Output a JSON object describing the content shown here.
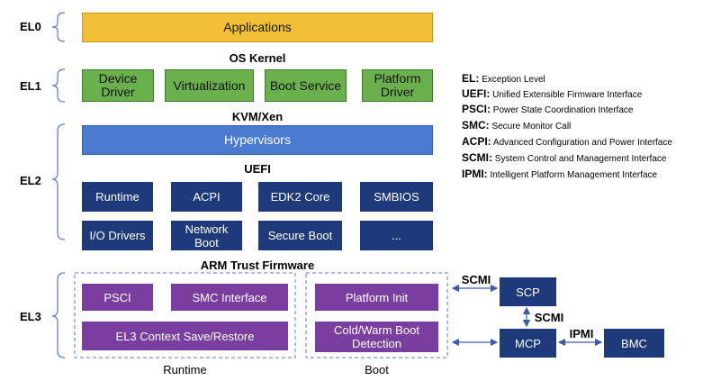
{
  "levels": {
    "el0": "EL0",
    "el1": "EL1",
    "el2": "EL2",
    "el3": "EL3"
  },
  "el0": {
    "applications": "Applications"
  },
  "el1": {
    "title": "OS Kernel",
    "boxes": [
      "Device\nDriver",
      "Virtualization",
      "Boot Service",
      "Platform\nDriver"
    ]
  },
  "el2": {
    "title": "KVM/Xen",
    "hypervisors": "Hypervisors",
    "uefi_title": "UEFI",
    "row1": [
      "Runtime",
      "ACPI",
      "EDK2 Core",
      "SMBIOS"
    ],
    "row2": [
      "I/O Drivers",
      "Network\nBoot",
      "Secure Boot",
      "..."
    ]
  },
  "el3": {
    "title": "ARM Trust Firmware",
    "runtime_boxes": [
      "PSCI",
      "SMC Interface",
      "EL3 Context Save/Restore"
    ],
    "boot_boxes": [
      "Platform Init",
      "Cold/Warm Boot\nDetection"
    ],
    "runtime_label": "Runtime",
    "boot_label": "Boot"
  },
  "components": {
    "scp": "SCP",
    "mcp": "MCP",
    "bmc": "BMC",
    "scmi_top": "SCMI",
    "scmi_mid": "SCMI",
    "ipmi": "IPMI"
  },
  "legend": [
    {
      "abbr": "EL:",
      "text": "Exception Level"
    },
    {
      "abbr": "UEFI:",
      "text": "Unified Extensible Firmware Interface"
    },
    {
      "abbr": "PSCI:",
      "text": "Power State Coordination Interface"
    },
    {
      "abbr": "SMC:",
      "text": "Secure Monitor Call"
    },
    {
      "abbr": "ACPI:",
      "text": "Advanced Configuration and Power Interface"
    },
    {
      "abbr": "SCMI:",
      "text": "System Control and Management Interface"
    },
    {
      "abbr": "IPMI:",
      "text": "Intelligent Platform Management Interface"
    }
  ],
  "colors": {
    "applications": "#f2c037",
    "os_kernel": "#6ab04c",
    "hypervisor": "#4a7bd0",
    "uefi": "#1f3a7a",
    "trust_firmware": "#7a3ea0",
    "arrow": "#3d5aa8"
  }
}
